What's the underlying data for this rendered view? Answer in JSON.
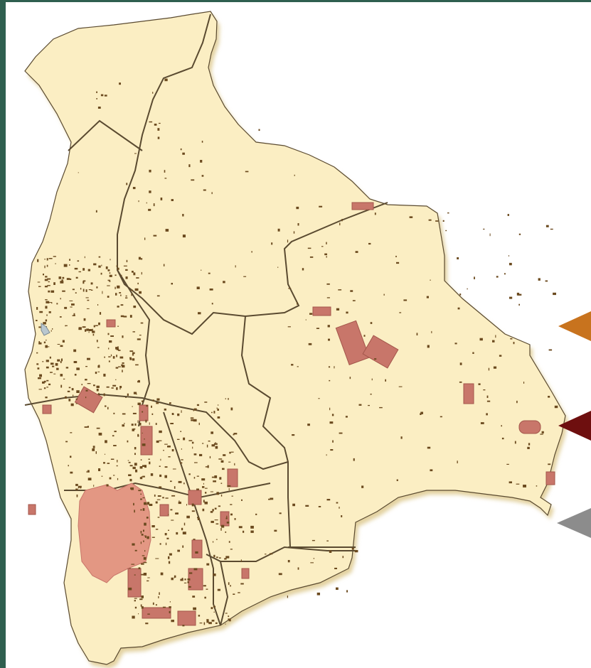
{
  "colors": {
    "frame": "#2f5f4f",
    "background": "#ffffff",
    "land": "#fbeec3",
    "land_shadow": "#e3d2a0",
    "border_line": "#5a4a30",
    "mining_small": "#6b4a1f",
    "concession": "#c8766a",
    "protected_area": "#e39783",
    "marker_orange": "#c8731e",
    "marker_darkred": "#6e0f0f",
    "marker_gray": "#8c8c8c"
  },
  "map": {
    "country": "Bolivia",
    "legend_markers": [
      {
        "name": "orange-marker",
        "color_key": "marker_orange"
      },
      {
        "name": "darkred-marker",
        "color_key": "marker_darkred"
      },
      {
        "name": "gray-marker",
        "color_key": "marker_gray"
      }
    ]
  }
}
